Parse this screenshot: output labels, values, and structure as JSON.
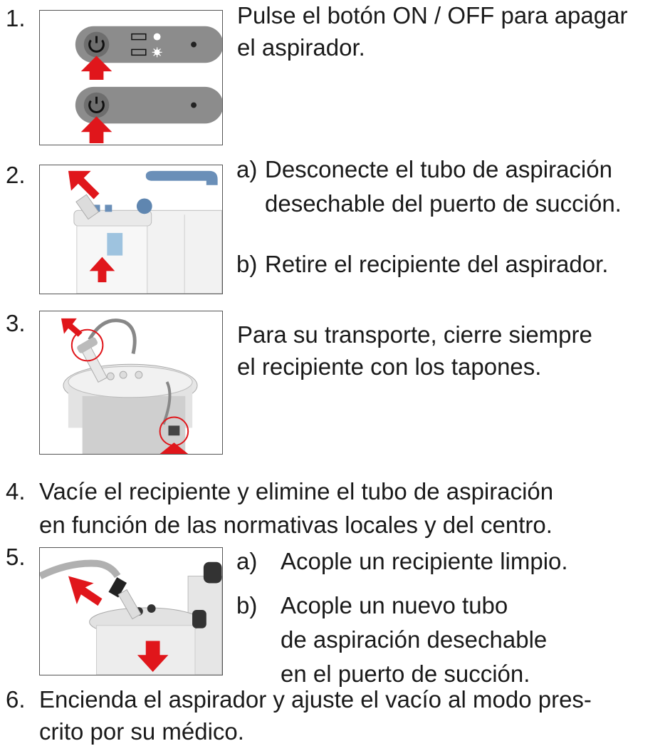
{
  "steps": [
    {
      "number": "1.",
      "text_lines": [
        "Pulse el botón ON / OFF para apagar",
        "el aspirador."
      ]
    },
    {
      "number": "2.",
      "items": [
        {
          "label": "a)",
          "lines": [
            "Desconecte el tubo de aspiración",
            "desechable del puerto de succión."
          ]
        },
        {
          "label": "b)",
          "lines": [
            "Retire el recipiente del aspirador."
          ]
        }
      ]
    },
    {
      "number": "3.",
      "text_lines": [
        "Para su transporte, cierre siempre",
        "el recipiente con los tapones."
      ]
    },
    {
      "number": "4.",
      "text_lines": [
        "Vacíe el recipiente y elimine el tubo de aspiración",
        "en función de las normativas locales y del centro."
      ]
    },
    {
      "number": "5.",
      "items": [
        {
          "label": "a)",
          "lines": [
            "Acople un recipiente limpio."
          ]
        },
        {
          "label": "b)",
          "lines": [
            "Acople un nuevo tubo",
            "de aspiración desechable",
            "en el puerto de succión."
          ]
        }
      ]
    },
    {
      "number": "6.",
      "text_lines": [
        "Encienda el aspirador y ajuste el vacío al modo pres-",
        "crito por su médico."
      ]
    }
  ],
  "colors": {
    "arrow": "#e0161b",
    "panel": "#8c8c8c",
    "border": "#555555",
    "handle": "#6a8fb8"
  }
}
